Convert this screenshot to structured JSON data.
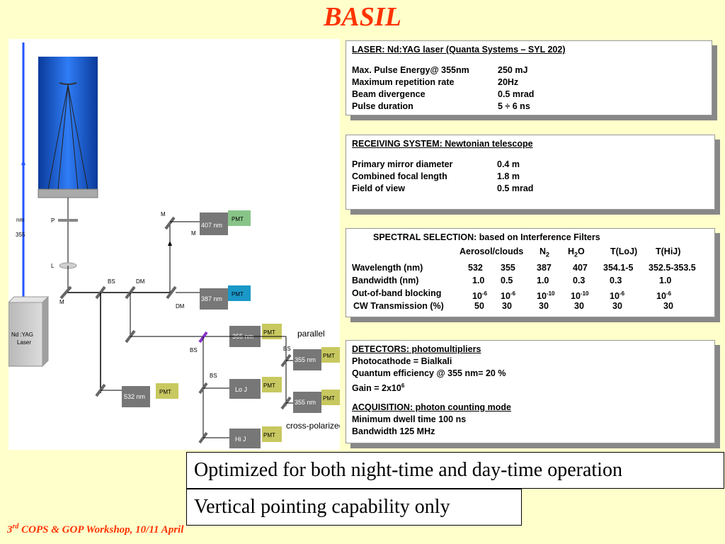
{
  "title": "BASIL",
  "laser": {
    "heading": "LASER: Nd:YAG laser (Quanta Systems  – SYL 202)",
    "rows": [
      {
        "label": "Max. Pulse Energy@ 355nm",
        "value": "250 mJ"
      },
      {
        "label": "Maximum repetition rate",
        "value": "20Hz"
      },
      {
        "label": "Beam divergence",
        "value": "0.5 mrad"
      },
      {
        "label": "Pulse duration",
        "value": "5 ÷ 6 ns"
      }
    ]
  },
  "receiving": {
    "heading": "RECEIVING SYSTEM: Newtonian telescope",
    "rows": [
      {
        "label": "Primary mirror diameter",
        "value": "0.4 m"
      },
      {
        "label": "Combined focal length",
        "value": "1.8 m"
      },
      {
        "label": "Field of view",
        "value": "0.5 mrad"
      }
    ]
  },
  "spectral": {
    "heading": "SPECTRAL SELECTION: based on Interference Filters",
    "columns": [
      "Aerosol/clouds",
      "N",
      "2",
      "H",
      "2",
      "O",
      "T(LoJ)",
      "T(HiJ)"
    ],
    "rows": [
      {
        "label": "Wavelength (nm)",
        "values": [
          "532",
          "355",
          "387",
          "407",
          "354.1-5",
          "352.5-353.5"
        ]
      },
      {
        "label": "Bandwidth (nm)",
        "values": [
          "1.0",
          "0.5",
          "1.0",
          "0.3",
          "0.3",
          "1.0"
        ]
      },
      {
        "label": "Out-of-band blocking",
        "values": [
          "10",
          "10",
          "10",
          "10",
          "10",
          "10"
        ],
        "exps": [
          "-6",
          "-6",
          "-10",
          "-10",
          "-6",
          "-6"
        ]
      },
      {
        "label": "CW Transmission (%)",
        "values": [
          "50",
          "30",
          "30",
          "30",
          "30",
          "30"
        ]
      }
    ]
  },
  "detectors": {
    "heading": "DETECTORS: photomultipliers",
    "line1": "Photocathode = Bialkali",
    "line2": "Quantum efficiency @ 355 nm= 20 %",
    "gain": "Gain = 2x10",
    "gain_exp": "6",
    "acq_heading": "ACQUISITION: photon counting mode",
    "acq1": "Minimum dwell time 100 ns",
    "acq2": "Bandwidth 125 MHz"
  },
  "bars": {
    "line1": "Optimized for both night-time and day-time operation",
    "line2": "Vertical pointing capability only"
  },
  "footer": {
    "pre": "3",
    "sup": "rd",
    "text": " COPS & GOP Workshop, 10/11 April"
  },
  "diagram_labels": {
    "nm": "nm",
    "nm355": "355",
    "laser_line1": "Nd :YAG",
    "laser_line2": "Laser",
    "P": "P",
    "L": "L",
    "M": "M",
    "BS": "BS",
    "DM": "DM",
    "pmt": "PMT",
    "d407": "407 nm",
    "d387": "387 nm",
    "d532": "532 nm",
    "d355a": "355 nm",
    "d355b": "355 nm",
    "d355c": "355 nm",
    "loj": "Lo J",
    "hij": "Hi J",
    "parallel": "parallel",
    "crosspol": "cross-polarized"
  }
}
